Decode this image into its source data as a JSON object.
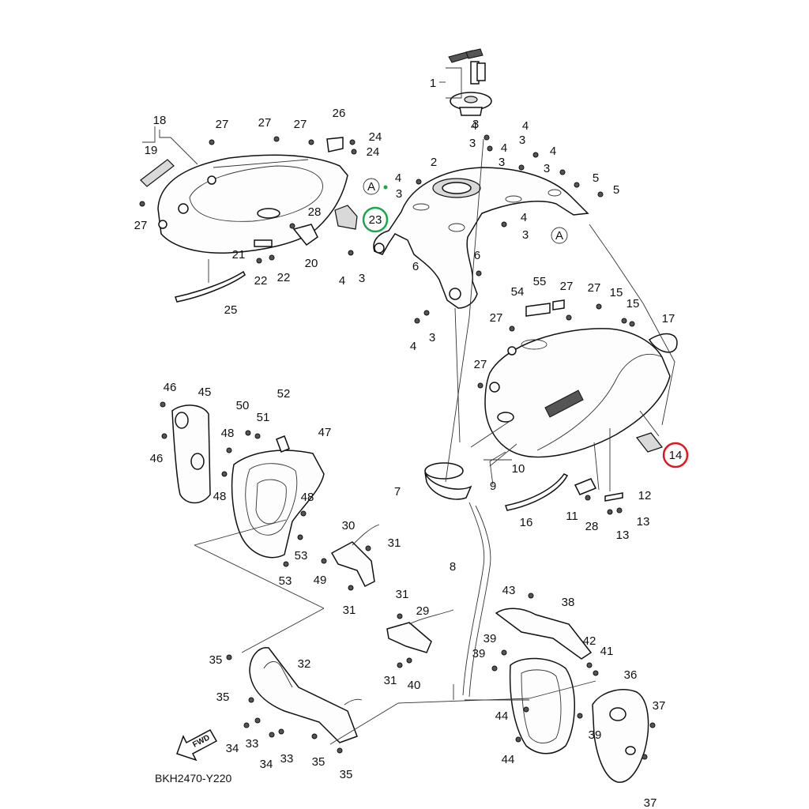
{
  "diagram_code": "BKH2470-Y220",
  "fwd_label": "FWD",
  "ref_marker": "A",
  "highlight_colors": {
    "green": "#1aa64a",
    "red": "#e0161c"
  },
  "highlighted": {
    "green_part": "23",
    "red_part": "14"
  },
  "callouts": {
    "c1": "1",
    "c2": "2",
    "c3": "3",
    "c4": "4",
    "c5": "5",
    "c6": "6",
    "c7": "7",
    "c8": "8",
    "c9": "9",
    "c10": "10",
    "c11": "11",
    "c12": "12",
    "c13": "13",
    "c14": "14",
    "c15": "15",
    "c16": "16",
    "c17": "17",
    "c18": "18",
    "c19": "19",
    "c20": "20",
    "c21": "21",
    "c22": "22",
    "c23": "23",
    "c24": "24",
    "c25": "25",
    "c26": "26",
    "c27": "27",
    "c28": "28",
    "c29": "29",
    "c30": "30",
    "c31": "31",
    "c32": "32",
    "c33": "33",
    "c34": "34",
    "c35": "35",
    "c36": "36",
    "c37": "37",
    "c38": "38",
    "c39": "39",
    "c40": "40",
    "c41": "41",
    "c42": "42",
    "c43": "43",
    "c44": "44",
    "c45": "45",
    "c46": "46",
    "c47": "47",
    "c48": "48",
    "c49": "49",
    "c50": "50",
    "c51": "51",
    "c52": "52",
    "c53": "53",
    "c54": "54",
    "c55": "55"
  }
}
